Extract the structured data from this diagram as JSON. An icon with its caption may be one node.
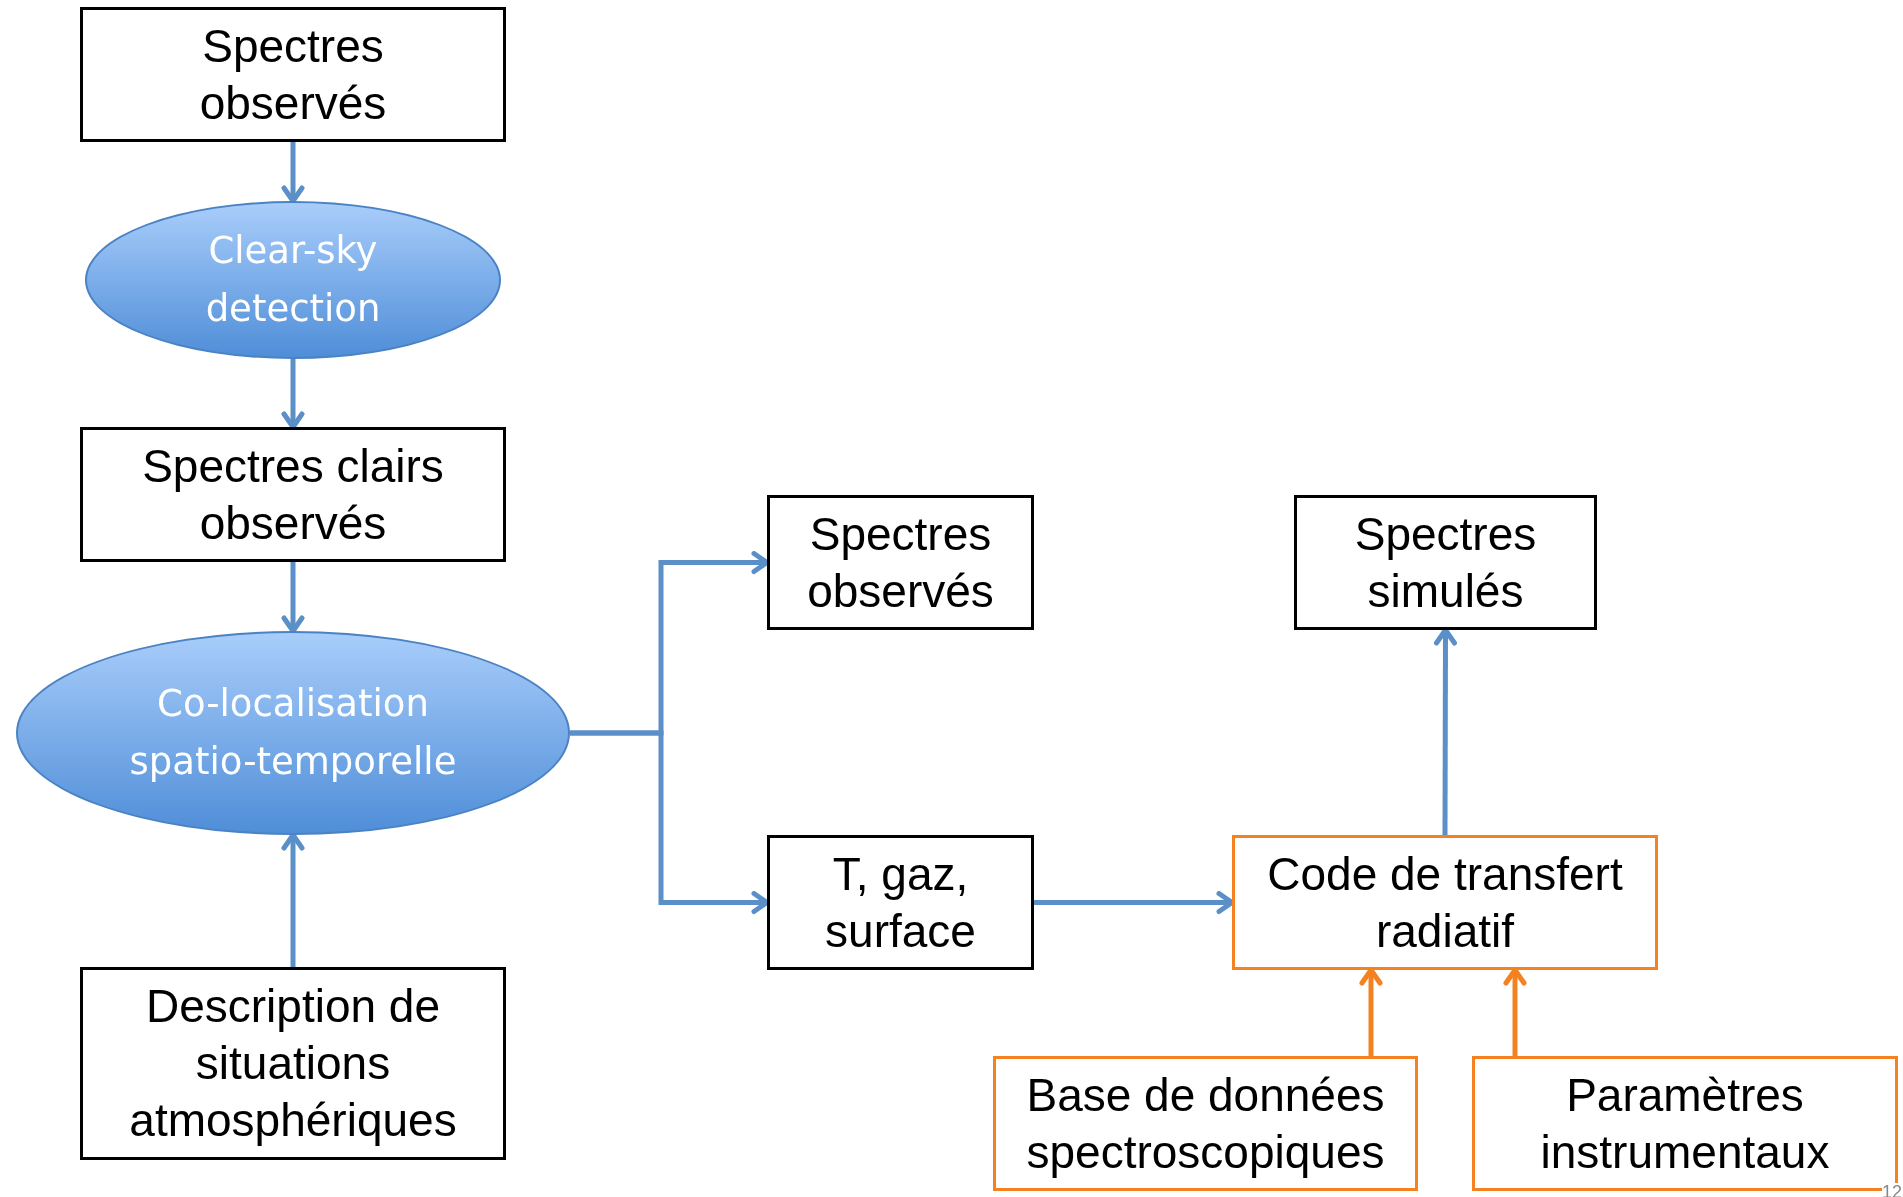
{
  "diagram": {
    "nodes": [
      {
        "text": [
          "Spectres observés"
        ]
      },
      {
        "text": [
          "Clear-sky detection"
        ]
      },
      {
        "text": [
          "Spectres clairs observés"
        ]
      },
      {
        "text": [
          "Co-localisation spatio-temporelle"
        ]
      },
      {
        "text": [
          "Description de situations atmosphériques"
        ]
      },
      {
        "text": [
          "Spectres observés"
        ]
      },
      {
        "text": [
          "T, gaz, surface"
        ]
      },
      {
        "text": [
          "Spectres simulés"
        ]
      },
      {
        "text": [
          "Code de transfert radiatif"
        ]
      },
      {
        "text": [
          "Base de données spectroscopiques"
        ]
      },
      {
        "text": [
          "Paramètres instrumentaux"
        ]
      }
    ],
    "edges": [
      {
        "from": 0,
        "to": 1,
        "arrow": "to"
      },
      {
        "from": 1,
        "to": 2,
        "arrow": "to"
      },
      {
        "from": 2,
        "to": 3,
        "arrow": "to"
      },
      {
        "from": 4,
        "to": 3,
        "arrow": "to"
      },
      {
        "from": 3,
        "to": 5,
        "arrow": "to"
      },
      {
        "from": 3,
        "to": 6,
        "arrow": "to"
      },
      {
        "from": 6,
        "to": 8,
        "arrow": "to"
      },
      {
        "from": 8,
        "to": 7,
        "arrow": "to"
      },
      {
        "from": 9,
        "to": 8,
        "arrow": "to",
        "color": "#f58220"
      },
      {
        "from": 10,
        "to": 8,
        "arrow": "to",
        "color": "#f58220"
      }
    ],
    "labels": [
      "12"
    ]
  }
}
